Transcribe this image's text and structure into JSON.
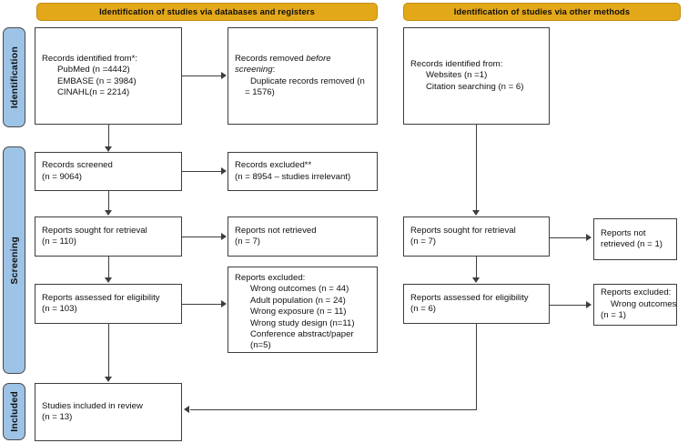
{
  "figure": {
    "type": "prisma-flow-diagram",
    "accent_orange": "#E3A81A",
    "accent_blue": "#9DC3E6",
    "line_color": "#3d3d3d"
  },
  "phases": [
    {
      "label": "Identification"
    },
    {
      "label": "Screening"
    },
    {
      "label": "Included"
    }
  ],
  "banners": {
    "databases": "Identification of studies via databases and registers",
    "other": "Identification of studies via other methods"
  },
  "databases_column": {
    "identified": {
      "title": "Records identified from*:",
      "items": [
        "PubMed (n =4442)",
        "EMBASE (n = 3984)",
        "CINAHL(n = 2214)"
      ]
    },
    "removed": {
      "title_pre": "Records removed ",
      "title_italic": "before",
      "title_line2_italic": "screening",
      "title_line2_post": ":",
      "items": [
        "Duplicate records removed (n",
        "= 1576)"
      ]
    },
    "screened": {
      "title": "Records screened",
      "count": "(n = 9064)"
    },
    "excluded_screened": {
      "title": "Records excluded**",
      "count": "(n = 8954 – studies irrelevant)"
    },
    "sought": {
      "title": "Reports sought for retrieval",
      "count": "(n = 110)"
    },
    "not_retrieved": {
      "title": "Reports not retrieved",
      "count": "(n = 7)"
    },
    "assessed": {
      "title": "Reports assessed for eligibility",
      "count": "(n = 103)"
    },
    "excluded_assessed": {
      "title": "Reports excluded:",
      "items": [
        "Wrong outcomes (n = 44)",
        "Adult population (n = 24)",
        "Wrong exposure (n = 11)",
        "Wrong study design (n=11)",
        "Conference abstract/paper",
        "(n=5)"
      ]
    }
  },
  "other_column": {
    "identified": {
      "title": "Records identified from:",
      "items": [
        "Websites (n =1)",
        "Citation searching (n = 6)"
      ]
    },
    "sought": {
      "title": "Reports sought for retrieval",
      "count": "(n = 7)"
    },
    "not_retrieved": {
      "title": "Reports not",
      "count": "retrieved (n = 1)"
    },
    "assessed": {
      "title": "Reports assessed for eligibility",
      "count": "(n = 6)"
    },
    "excluded": {
      "title": "Reports excluded:",
      "item": "Wrong outcomes",
      "count": "(n = 1)"
    }
  },
  "included": {
    "title": "Studies included in review",
    "count": "(n = 13)"
  }
}
